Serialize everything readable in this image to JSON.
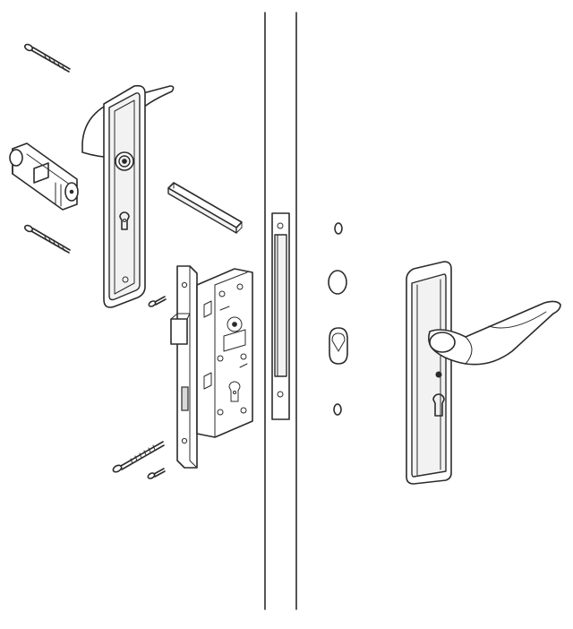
{
  "diagram": {
    "components": [
      "screw-long-top",
      "cylinder",
      "screw-long-middle",
      "inner-escutcheon-plate",
      "spindle",
      "mortise-lock-body",
      "small-screw-upper",
      "long-screw-lower",
      "small-screw-lower",
      "door-panel",
      "strike-plate",
      "door-holes",
      "outer-handle-plate"
    ]
  }
}
